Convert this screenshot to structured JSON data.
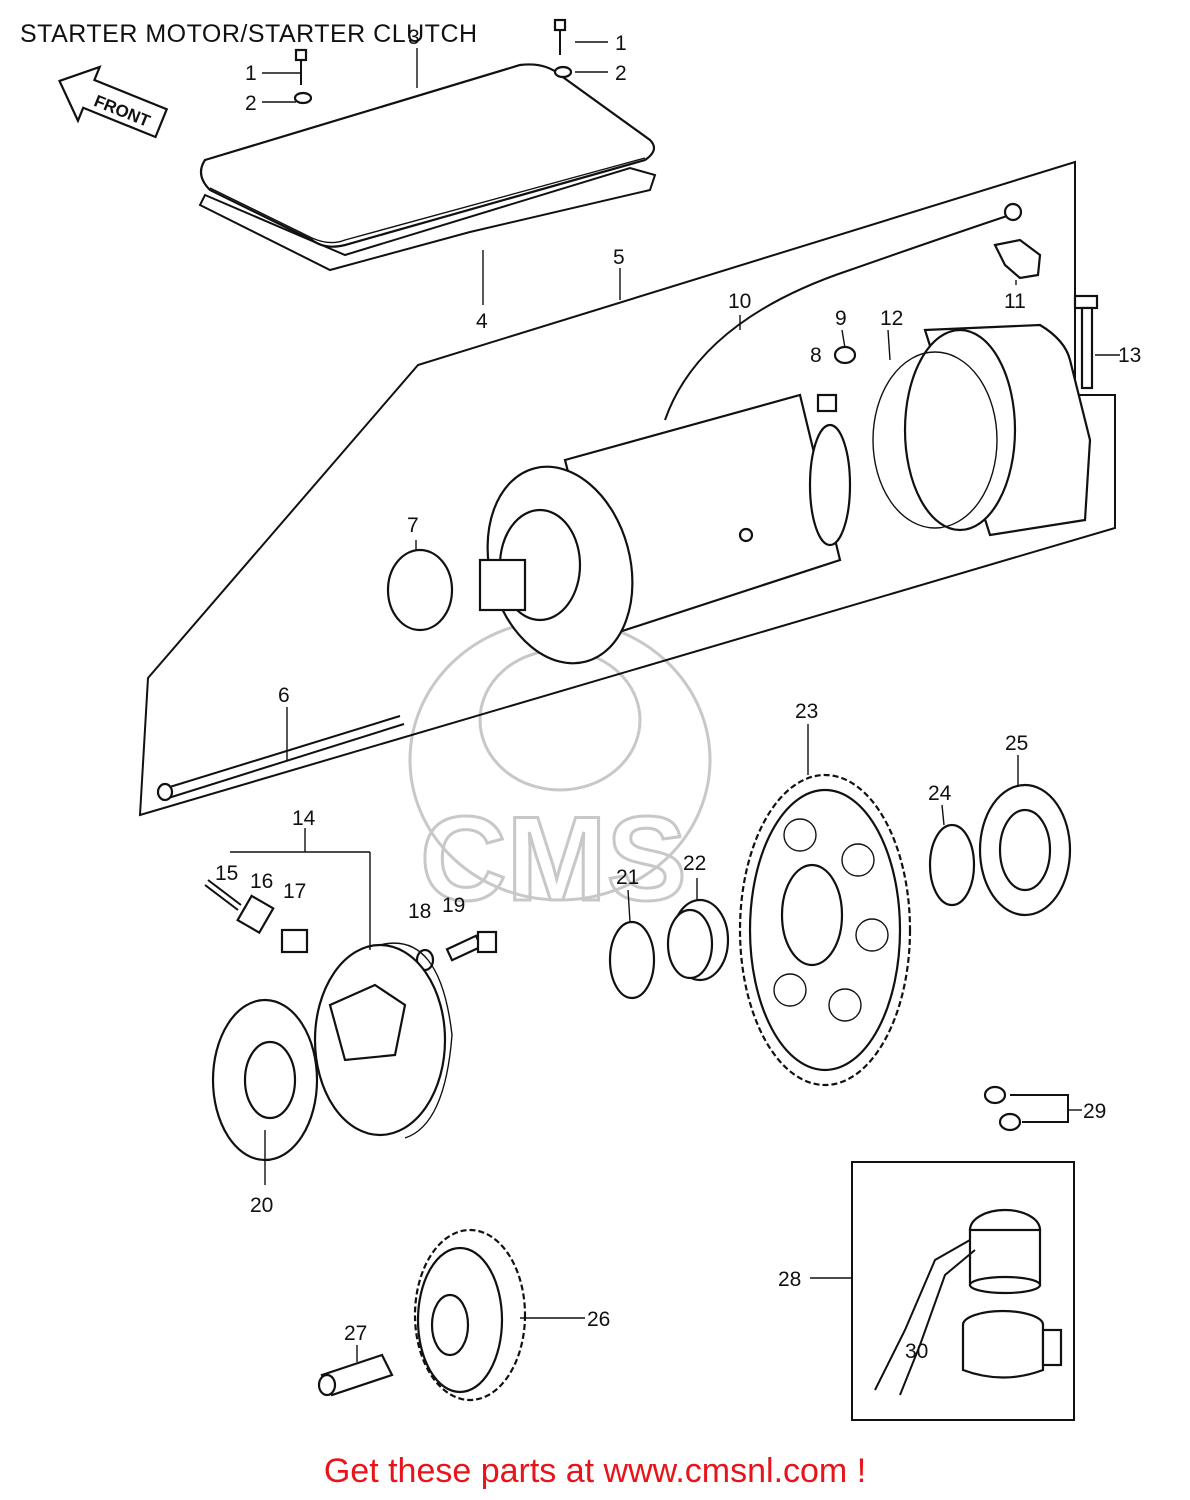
{
  "title": "STARTER MOTOR/STARTER CLUTCH",
  "front_label": "FRONT",
  "watermark": "CMS",
  "footer": "Get these parts at www.cmsnl.com !",
  "callouts": [
    "1",
    "1",
    "2",
    "2",
    "3",
    "4",
    "5",
    "6",
    "7",
    "8",
    "9",
    "10",
    "11",
    "12",
    "13",
    "14",
    "15",
    "16",
    "17",
    "18",
    "19",
    "20",
    "21",
    "22",
    "23",
    "24",
    "25",
    "26",
    "27",
    "28",
    "29",
    "30"
  ]
}
